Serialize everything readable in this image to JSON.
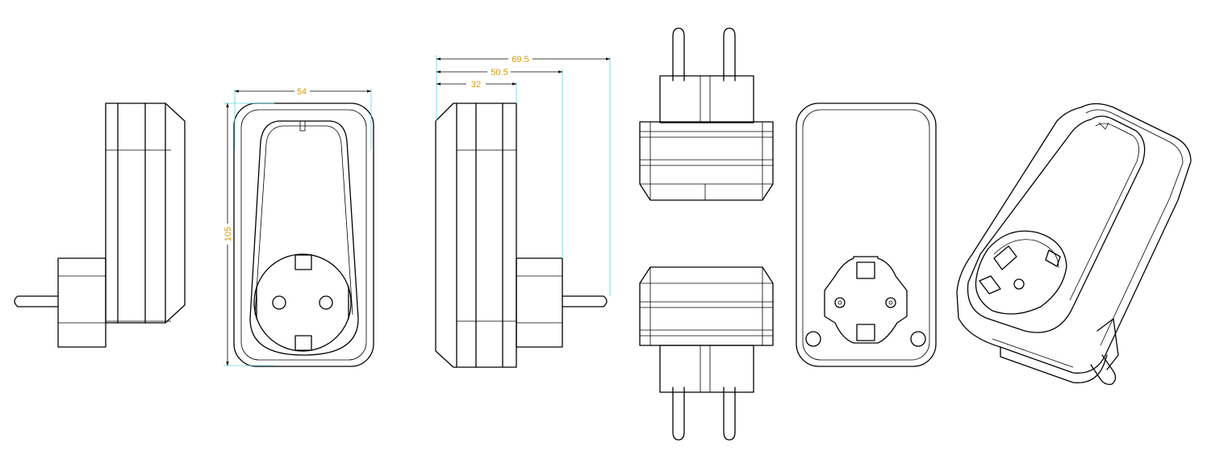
{
  "dimensions": {
    "width": "54",
    "height": "105",
    "depth_body": "32",
    "depth_mid": "50.5",
    "depth_total": "69.5"
  },
  "colors": {
    "outline": "#000000",
    "extension_line": "#5fd6e3",
    "dimension_text": "#d99a00"
  }
}
